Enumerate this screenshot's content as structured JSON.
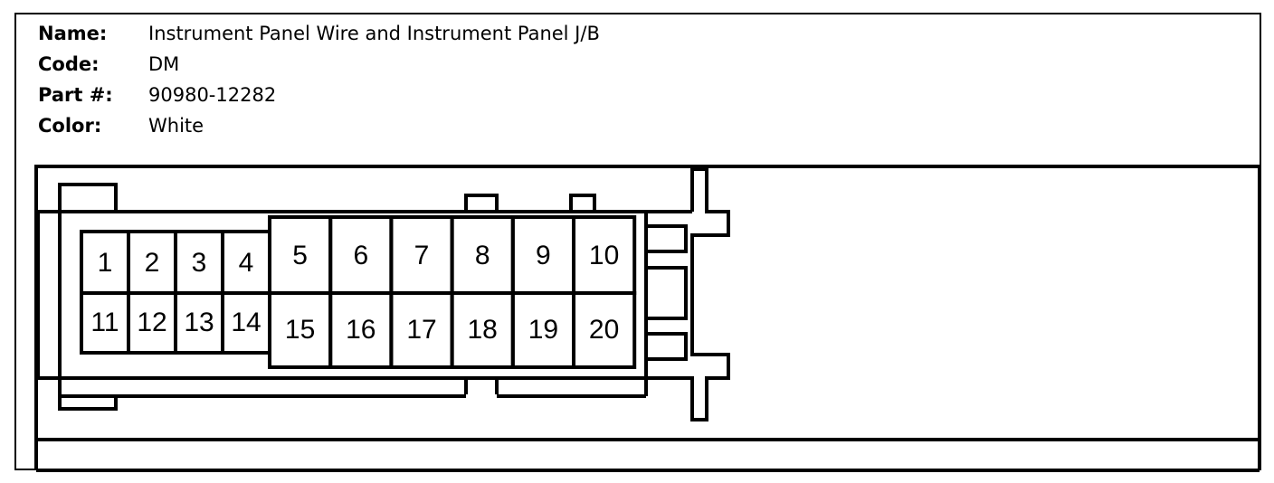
{
  "info": {
    "name_label": "Name:",
    "name_value": "Instrument Panel Wire and Instrument Panel J/B",
    "code_label": "Code:",
    "code_value": "DM",
    "part_label": "Part #:",
    "part_value": "90980-12282",
    "color_label": "Color:",
    "color_value": "White"
  },
  "connector": {
    "pins_small": [
      "1",
      "2",
      "3",
      "4",
      "11",
      "12",
      "13",
      "14"
    ],
    "pins_large": [
      "5",
      "6",
      "7",
      "8",
      "9",
      "10",
      "15",
      "16",
      "17",
      "18",
      "19",
      "20"
    ]
  }
}
